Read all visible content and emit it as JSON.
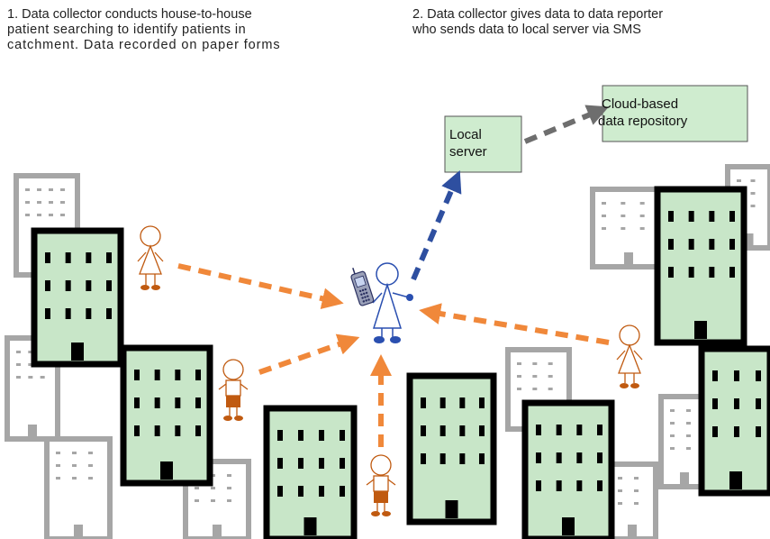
{
  "steps": [
    {
      "lines": [
        "1. Data collector conducts house-to-house",
        "patient searching to identify patients in",
        "catchment. Data recorded on paper forms"
      ]
    },
    {
      "lines": [
        "2. Data collector gives data to data reporter",
        "who sends data to local server via SMS"
      ]
    }
  ],
  "local_server": {
    "lines": [
      "Local",
      "server"
    ]
  },
  "cloud_repository": {
    "lines": [
      "Cloud-based",
      "data repository"
    ]
  },
  "colors": {
    "building_fill": "#c8e6c8",
    "building_outline": "#000000",
    "background_building": "#a6a6a6",
    "box_fill": "#cfeccf",
    "orange_arrow": "#f0883a",
    "blue_arrow": "#2e4fa0",
    "gray_arrow": "#6e6e6e",
    "collector": "#c05a10",
    "reporter": "#2a4fb0"
  },
  "icons": [
    "building-icon",
    "data-collector-icon",
    "data-reporter-icon",
    "mobile-phone-icon"
  ]
}
